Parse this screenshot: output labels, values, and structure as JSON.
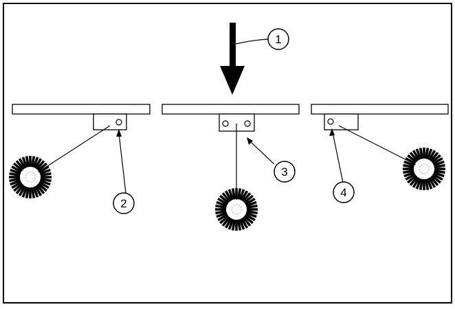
{
  "callouts": [
    {
      "id": "1",
      "label": "1"
    },
    {
      "id": "2",
      "label": "2"
    },
    {
      "id": "3",
      "label": "3"
    },
    {
      "id": "4",
      "label": "4"
    }
  ],
  "colors": {
    "line": "#000000",
    "background": "#ffffff",
    "brush_inner": "#bbbbbb"
  }
}
